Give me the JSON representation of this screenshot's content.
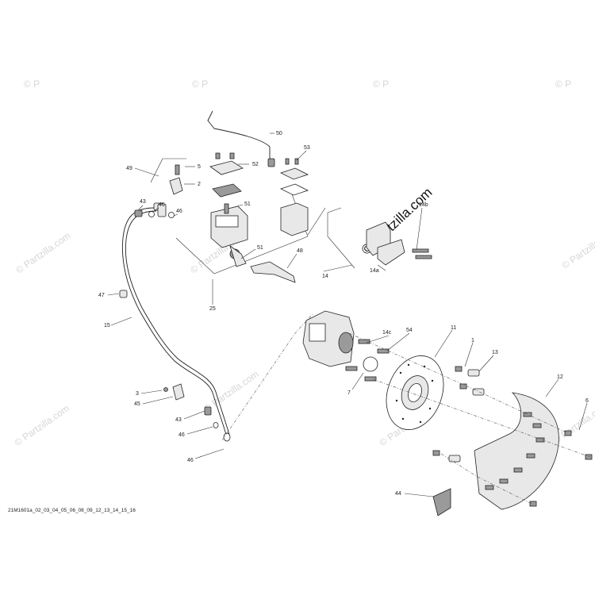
{
  "watermark": {
    "main": "© Partzilla.com",
    "small": "© Partzilla.com",
    "corner": "© P"
  },
  "diagram_code": "21M1601a_02_03_04_05_06_08_09_12_13_14_15_16",
  "callouts": {
    "c1": "1",
    "c2": "2",
    "c3": "3",
    "c5": "5",
    "c6": "6",
    "c7": "7",
    "c11": "11",
    "c12": "12",
    "c13": "13",
    "c14": "14",
    "c14a": "14a",
    "c14b": "14b",
    "c14c": "14c",
    "c15": "15",
    "c25": "25",
    "c43a": "43",
    "c43b": "43",
    "c44": "44",
    "c45": "45",
    "c46a": "46",
    "c46b": "46",
    "c46c": "46",
    "c46d": "46",
    "c47": "47",
    "c48": "48",
    "c49": "49",
    "c50": "50",
    "c51a": "51",
    "c51b": "51",
    "c52": "52",
    "c53": "53",
    "c54": "54"
  },
  "colors": {
    "line": "#222222",
    "watermark": "#d6d6d6",
    "background": "#ffffff"
  }
}
